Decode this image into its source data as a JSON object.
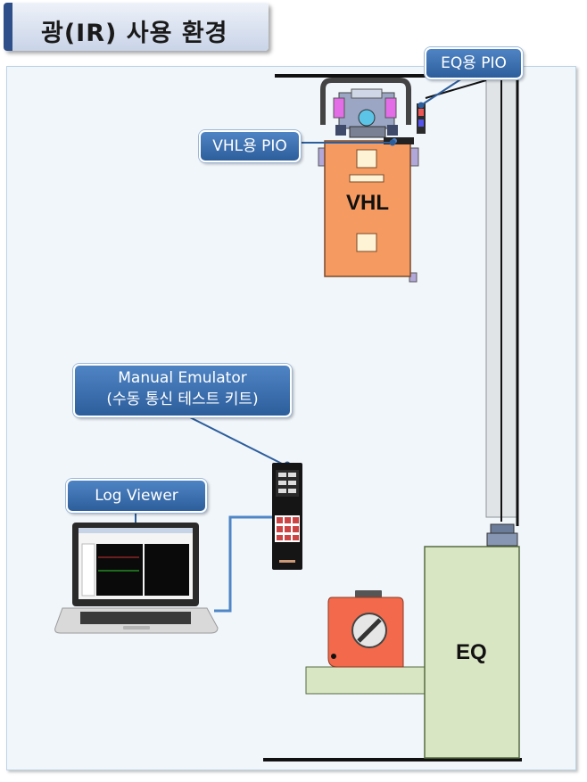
{
  "title": "광(IR) 사용 환경",
  "callouts": {
    "eq_pio": "EQ용 PIO",
    "vhl_pio": "VHL용 PIO",
    "manual_emulator_line1": "Manual Emulator",
    "manual_emulator_line2": "(수동 통신 테스트 키트)",
    "log_viewer": "Log Viewer"
  },
  "labels": {
    "vhl": "VHL",
    "eq": "EQ"
  },
  "colors": {
    "callout": "#3d72b4",
    "vhl_body": "#f59a60",
    "eq_body": "#d9e6c4",
    "panel": "#f1f6fb",
    "rail": "#e0e4e6"
  }
}
